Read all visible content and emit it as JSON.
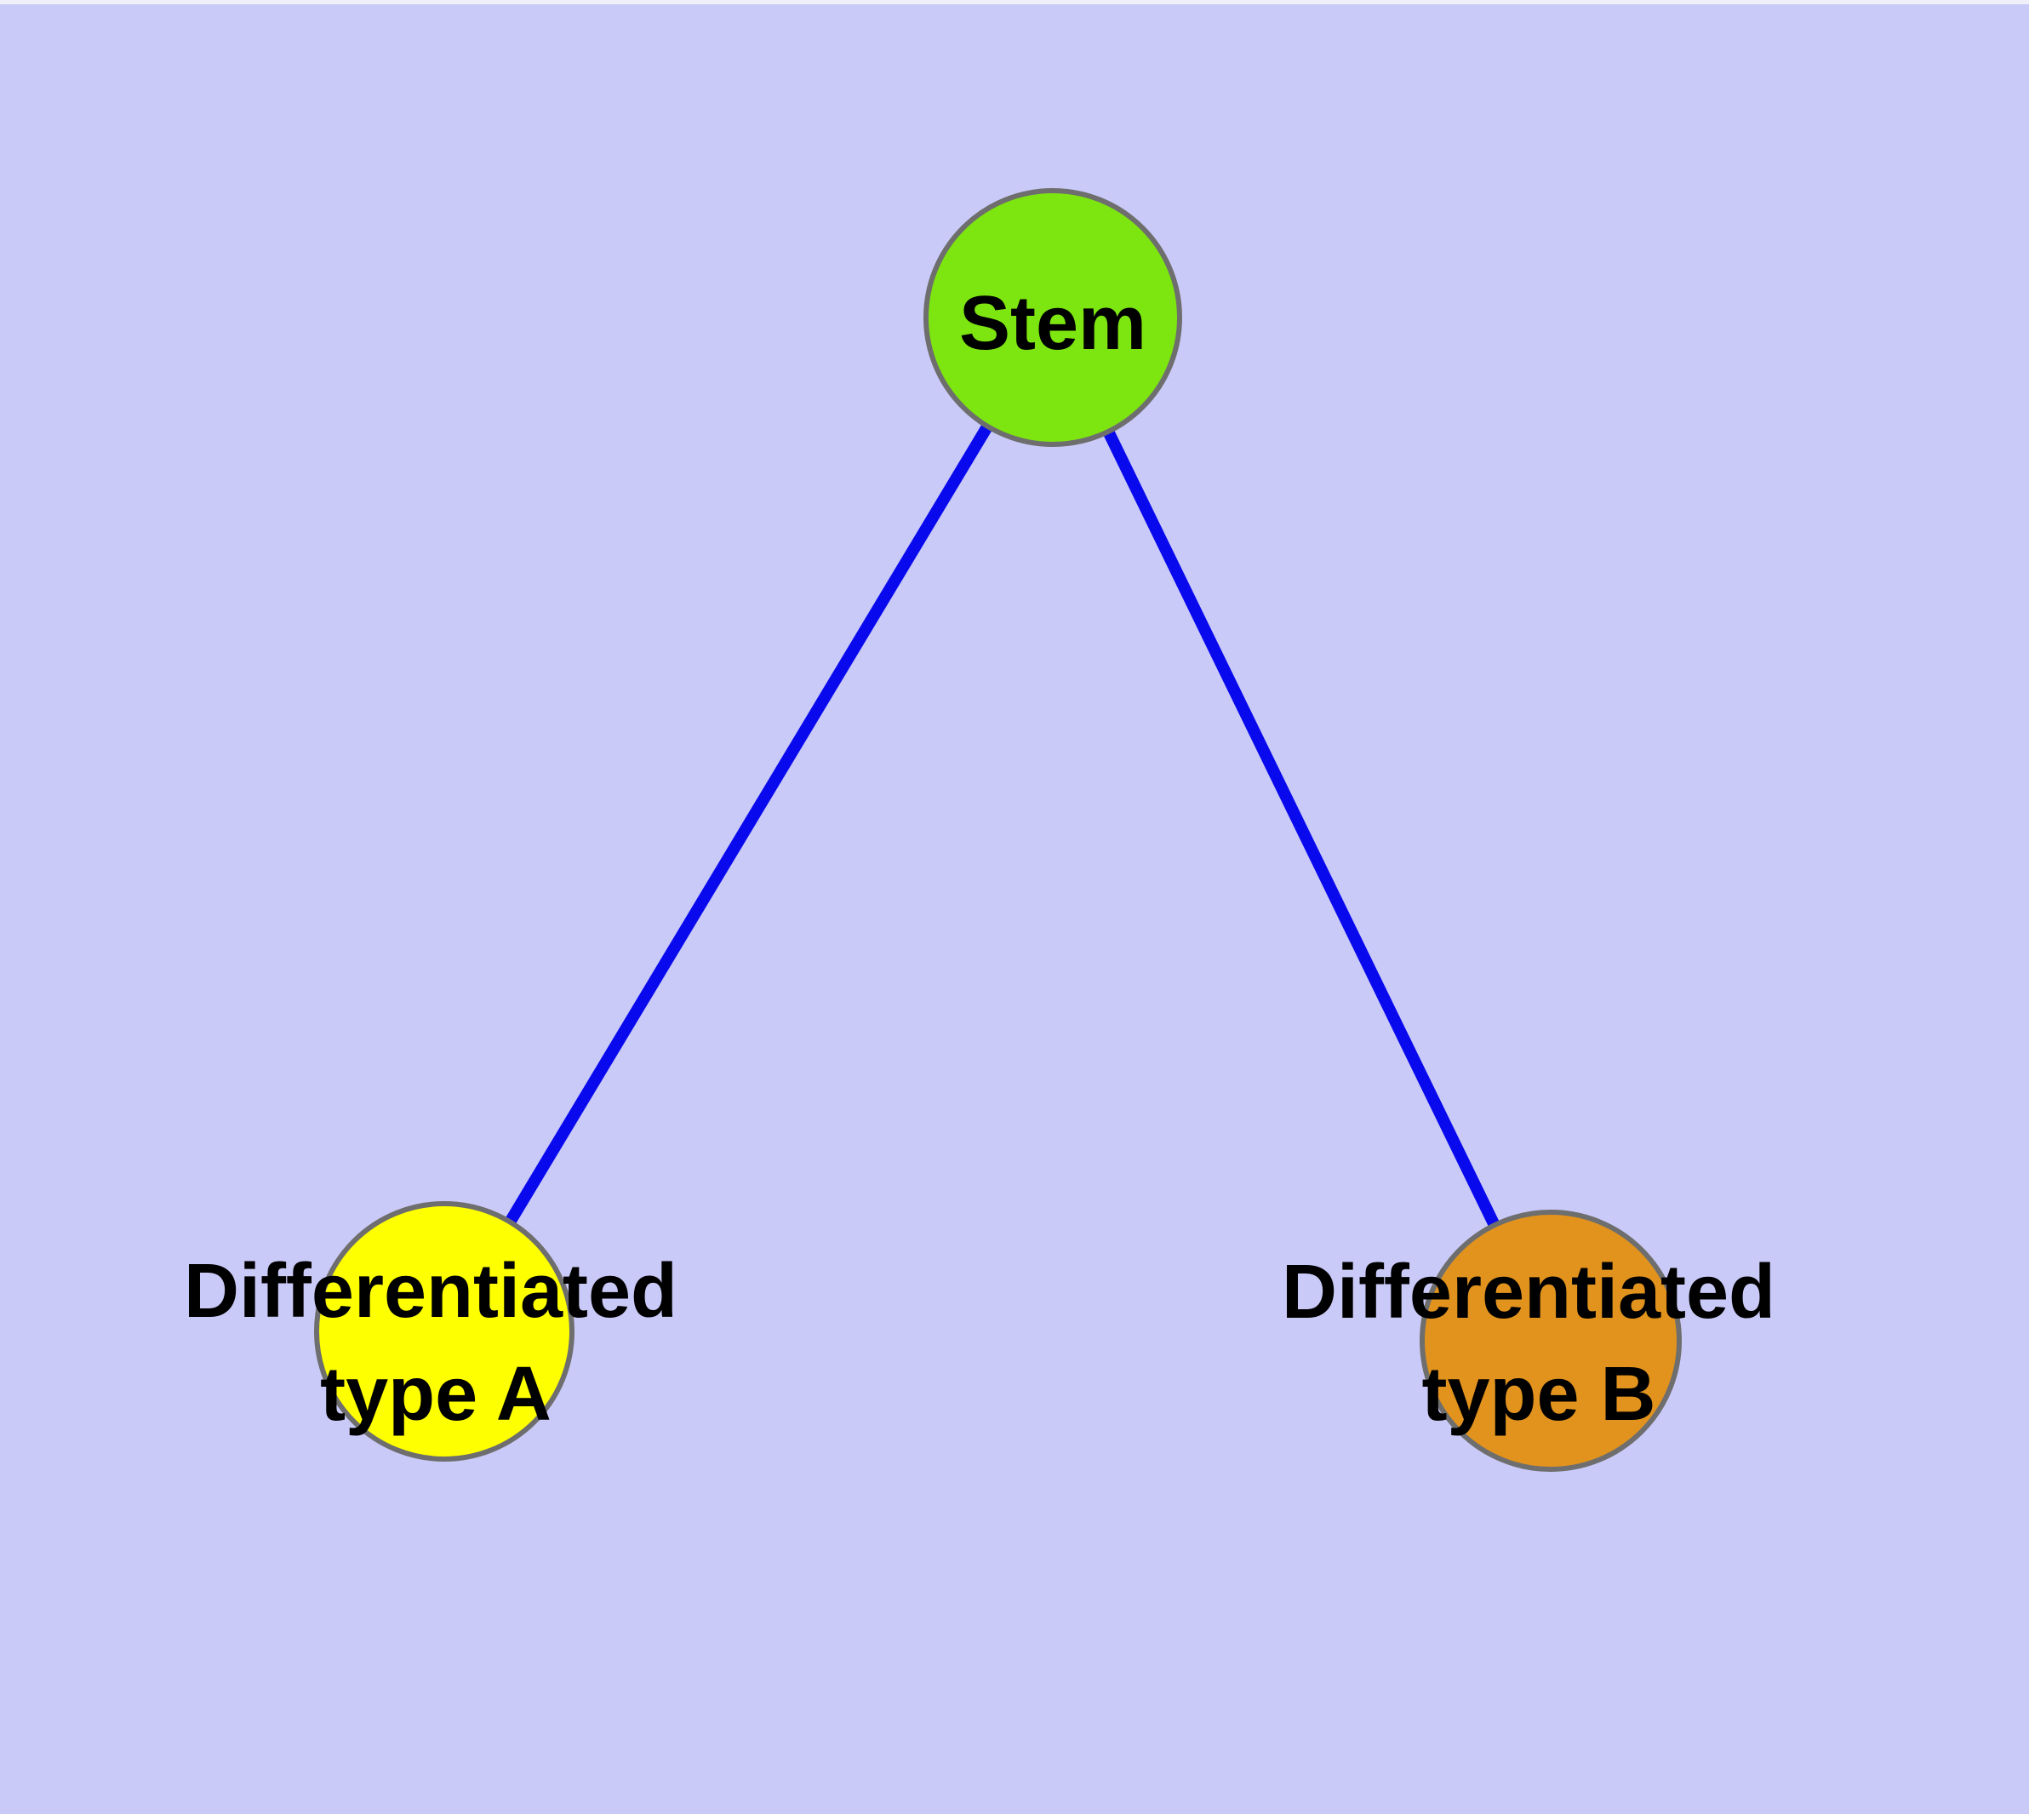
{
  "diagram": {
    "type": "node-link-graph",
    "background_color": "#cacaf8",
    "edge_color": "#0909ee",
    "node_border_color": "#6e6e6e",
    "text_color": "#000000",
    "nodes": [
      {
        "id": "stem",
        "label": "Stem",
        "fill": "#7de510"
      },
      {
        "id": "differentiated-type-a",
        "label": "Differentiated type A",
        "label_line1": "Differentiated",
        "label_line2": "type A",
        "fill": "#feff00"
      },
      {
        "id": "differentiated-type-b",
        "label": "Differentiated type B",
        "label_line1": "Differentiated",
        "label_line2": "type B",
        "fill": "#e2931d"
      }
    ],
    "edges": [
      {
        "from": "stem",
        "to": "differentiated-type-a"
      },
      {
        "from": "stem",
        "to": "differentiated-type-b"
      }
    ]
  }
}
